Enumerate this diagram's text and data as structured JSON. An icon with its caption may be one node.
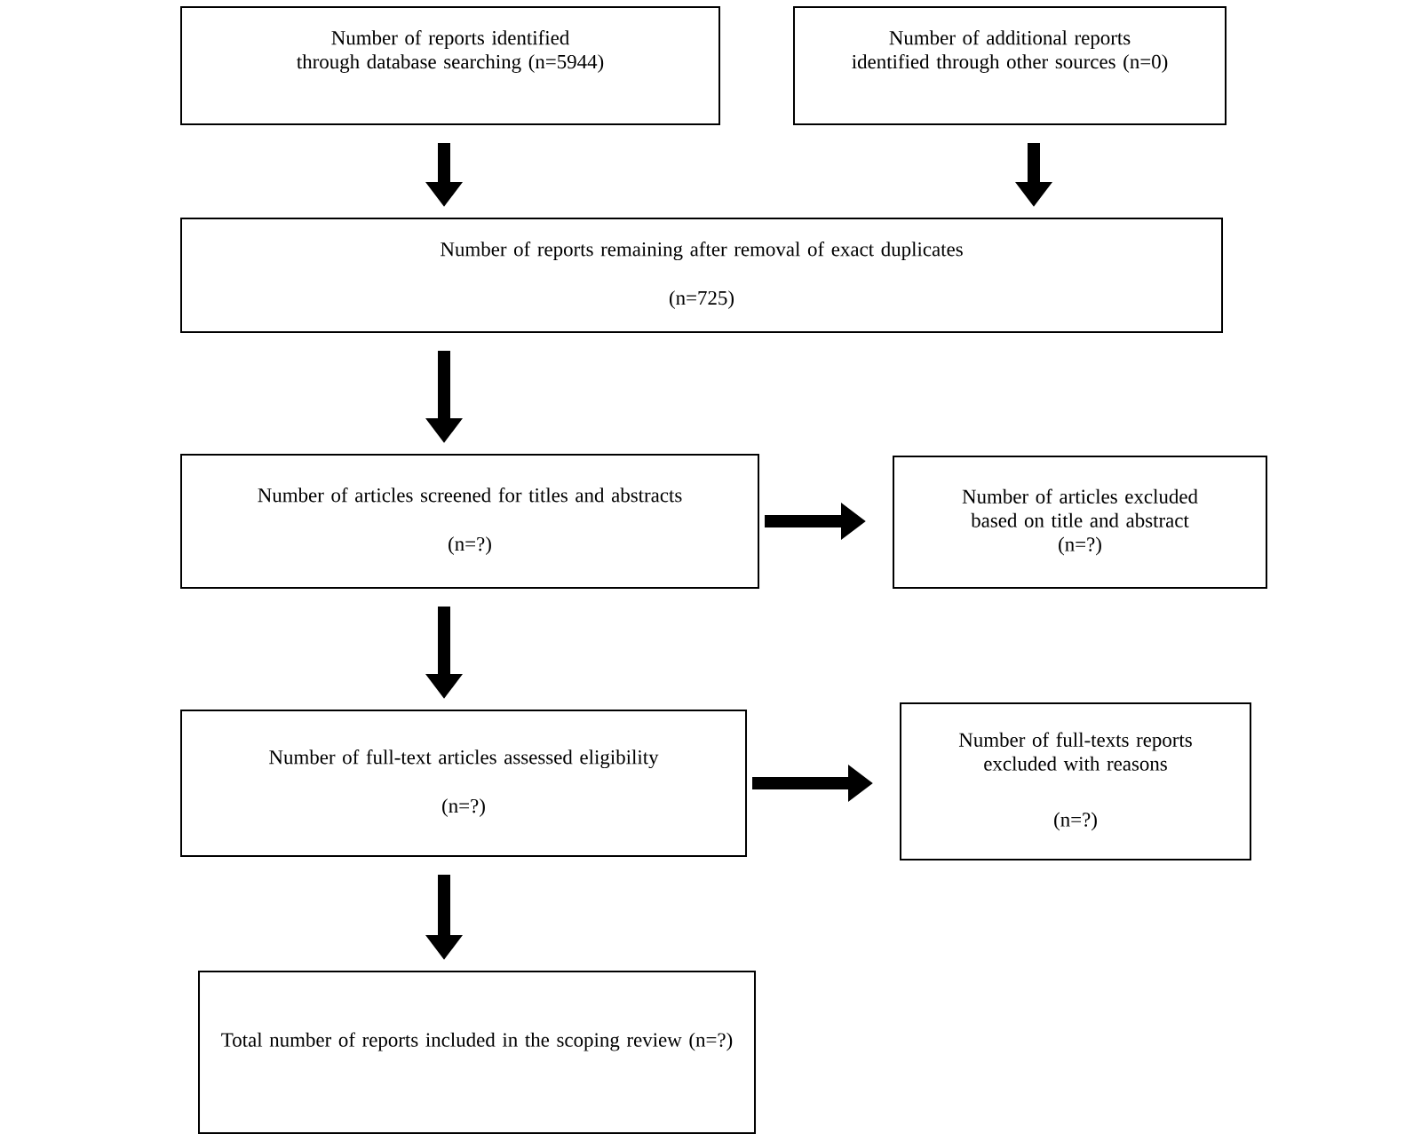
{
  "diagram": {
    "nodes": [
      {
        "text": [
          "Number of reports identified through database searching (n=5944)"
        ]
      },
      {
        "text": [
          "Number of additional reports identified through other sources (n=0)"
        ]
      },
      {
        "text": [
          "Number of reports remaining after removal of exact duplicates",
          "(n=725)"
        ]
      },
      {
        "text": [
          "Number of articles screened for titles and abstracts",
          "(n=?)"
        ]
      },
      {
        "text": [
          "Number of articles excluded based on title and abstract",
          "(n=?)"
        ]
      },
      {
        "text": [
          "Number of full-text articles assessed eligibility",
          "(n=?)"
        ]
      },
      {
        "text": [
          "Number of full-texts reports excluded with reasons",
          "(n=?)"
        ]
      },
      {
        "text": [
          "Total number of reports included in the scoping review (n=?)"
        ]
      }
    ],
    "edges": [
      {
        "from": 0,
        "to": 2,
        "arrow": "to"
      },
      {
        "from": 1,
        "to": 2,
        "arrow": "to"
      },
      {
        "from": 2,
        "to": 3,
        "arrow": "to"
      },
      {
        "from": 3,
        "to": 4,
        "arrow": "to"
      },
      {
        "from": 3,
        "to": 5,
        "arrow": "to"
      },
      {
        "from": 5,
        "to": 6,
        "arrow": "to"
      },
      {
        "from": 5,
        "to": 7,
        "arrow": "to"
      }
    ]
  }
}
